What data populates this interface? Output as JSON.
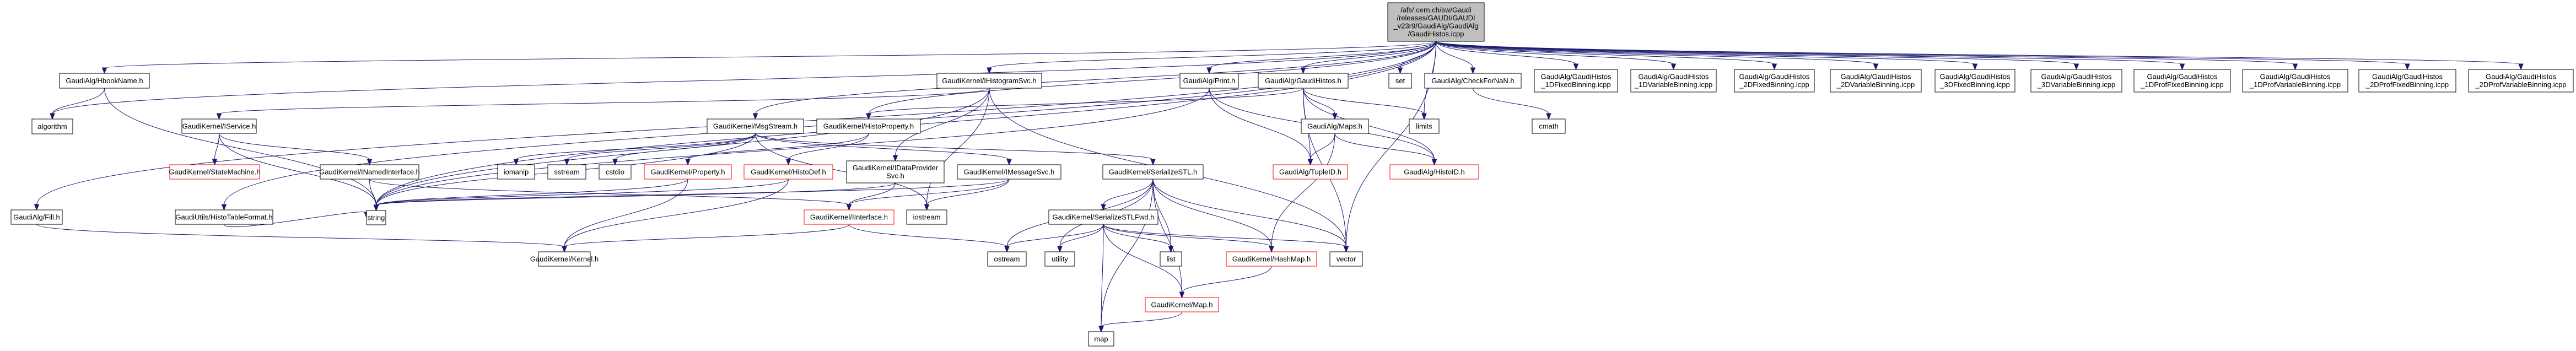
{
  "diagram": {
    "title": "Include dependency graph for GaudiHistos.icpp",
    "colors": {
      "edge": "#191970",
      "root_fill": "#bfbfbf",
      "incomplete_border": "#ff0000",
      "node_border": "#000000"
    },
    "nodes": [
      {
        "id": "root",
        "lines": [
          "/afs/.cern.ch/sw/Gaudi",
          "/releases/GAUDI/GAUDI",
          "_v23r9/GaudiAlg/GaudiAlg",
          "/GaudiHistos.icpp"
        ],
        "style": "root"
      },
      {
        "id": "hbookname",
        "lines": [
          "GaudiAlg/HbookName.h"
        ]
      },
      {
        "id": "algorithm",
        "lines": [
          "algorithm"
        ]
      },
      {
        "id": "fill",
        "lines": [
          "GaudiAlg/Fill.h"
        ]
      },
      {
        "id": "histotableformat",
        "lines": [
          "GaudiUtils/HistoTableFormat.h"
        ]
      },
      {
        "id": "iservice",
        "lines": [
          "GaudiKernel/IService.h"
        ]
      },
      {
        "id": "statemachine",
        "lines": [
          "GaudiKernel/StateMachine.h"
        ],
        "style": "red"
      },
      {
        "id": "inamedinterface",
        "lines": [
          "GaudiKernel/INamedInterface.h"
        ]
      },
      {
        "id": "string",
        "lines": [
          "string"
        ]
      },
      {
        "id": "kernel",
        "lines": [
          "GaudiKernel/Kernel.h"
        ]
      },
      {
        "id": "msgstream",
        "lines": [
          "GaudiKernel/MsgStream.h"
        ]
      },
      {
        "id": "histoproperty",
        "lines": [
          "GaudiKernel/HistoProperty.h"
        ]
      },
      {
        "id": "iomanip",
        "lines": [
          "iomanip"
        ]
      },
      {
        "id": "sstream",
        "lines": [
          "sstream"
        ]
      },
      {
        "id": "cstdio",
        "lines": [
          "cstdio"
        ]
      },
      {
        "id": "property",
        "lines": [
          "GaudiKernel/Property.h"
        ],
        "style": "red"
      },
      {
        "id": "histodef",
        "lines": [
          "GaudiKernel/HistoDef.h"
        ],
        "style": "red"
      },
      {
        "id": "idataprovidersvc",
        "lines": [
          "GaudiKernel/IDataProvider",
          "Svc.h"
        ]
      },
      {
        "id": "iinterface",
        "lines": [
          "GaudiKernel/IInterface.h"
        ],
        "style": "red"
      },
      {
        "id": "iostream",
        "lines": [
          "iostream"
        ]
      },
      {
        "id": "ihistogramsvc",
        "lines": [
          "GaudiKernel/IHistogramSvc.h"
        ]
      },
      {
        "id": "imessagesvc",
        "lines": [
          "GaudiKernel/IMessageSvc.h"
        ]
      },
      {
        "id": "serializestl",
        "lines": [
          "GaudiKernel/SerializeSTL.h"
        ]
      },
      {
        "id": "serializestlfwd",
        "lines": [
          "GaudiKernel/SerializeSTLFwd.h"
        ]
      },
      {
        "id": "ostream",
        "lines": [
          "ostream"
        ]
      },
      {
        "id": "utility",
        "lines": [
          "utility"
        ]
      },
      {
        "id": "list",
        "lines": [
          "list"
        ]
      },
      {
        "id": "hashmap",
        "lines": [
          "GaudiKernel/HashMap.h"
        ],
        "style": "red"
      },
      {
        "id": "vector",
        "lines": [
          "vector"
        ]
      },
      {
        "id": "mapk",
        "lines": [
          "GaudiKernel/Map.h"
        ],
        "style": "red"
      },
      {
        "id": "map",
        "lines": [
          "map"
        ]
      },
      {
        "id": "print",
        "lines": [
          "GaudiAlg/Print.h"
        ]
      },
      {
        "id": "gaudihistos",
        "lines": [
          "GaudiAlg/GaudiHistos.h"
        ]
      },
      {
        "id": "maps",
        "lines": [
          "GaudiAlg/Maps.h"
        ]
      },
      {
        "id": "limits",
        "lines": [
          "limits"
        ]
      },
      {
        "id": "tupleid",
        "lines": [
          "GaudiAlg/TupleID.h"
        ],
        "style": "red"
      },
      {
        "id": "histoid",
        "lines": [
          "GaudiAlg/HistoID.h"
        ],
        "style": "red"
      },
      {
        "id": "set",
        "lines": [
          "set"
        ]
      },
      {
        "id": "checkfornan",
        "lines": [
          "GaudiAlg/CheckForNaN.h"
        ]
      },
      {
        "id": "cmath",
        "lines": [
          "cmath"
        ]
      },
      {
        "id": "i1dfixed",
        "lines": [
          "GaudiAlg/GaudiHistos",
          "_1DFixedBinning.icpp"
        ]
      },
      {
        "id": "i1dvar",
        "lines": [
          "GaudiAlg/GaudiHistos",
          "_1DVariableBinning.icpp"
        ]
      },
      {
        "id": "i2dfixed",
        "lines": [
          "GaudiAlg/GaudiHistos",
          "_2DFixedBinning.icpp"
        ]
      },
      {
        "id": "i2dvar",
        "lines": [
          "GaudiAlg/GaudiHistos",
          "_2DVariableBinning.icpp"
        ]
      },
      {
        "id": "i3dfixed",
        "lines": [
          "GaudiAlg/GaudiHistos",
          "_3DFixedBinning.icpp"
        ]
      },
      {
        "id": "i3dvar",
        "lines": [
          "GaudiAlg/GaudiHistos",
          "_3DVariableBinning.icpp"
        ]
      },
      {
        "id": "i1dproffixed",
        "lines": [
          "GaudiAlg/GaudiHistos",
          "_1DProfFixedBinning.icpp"
        ]
      },
      {
        "id": "i1dprofvar",
        "lines": [
          "GaudiAlg/GaudiHistos",
          "_1DProfVariableBinning.icpp"
        ]
      },
      {
        "id": "i2dproffixed",
        "lines": [
          "GaudiAlg/GaudiHistos",
          "_2DProfFixedBinning.icpp"
        ]
      },
      {
        "id": "i2dprofvar",
        "lines": [
          "GaudiAlg/GaudiHistos",
          "_2DProfVariableBinning.icpp"
        ]
      }
    ],
    "edges": [
      [
        "root",
        "hbookname"
      ],
      [
        "root",
        "algorithm"
      ],
      [
        "root",
        "fill"
      ],
      [
        "root",
        "histotableformat"
      ],
      [
        "root",
        "string"
      ],
      [
        "root",
        "ihistogramsvc"
      ],
      [
        "root",
        "msgstream"
      ],
      [
        "root",
        "histoproperty"
      ],
      [
        "root",
        "print"
      ],
      [
        "root",
        "gaudihistos"
      ],
      [
        "root",
        "set"
      ],
      [
        "root",
        "checkfornan"
      ],
      [
        "root",
        "vector"
      ],
      [
        "root",
        "limits"
      ],
      [
        "root",
        "i1dfixed"
      ],
      [
        "root",
        "i1dvar"
      ],
      [
        "root",
        "i2dfixed"
      ],
      [
        "root",
        "i2dvar"
      ],
      [
        "root",
        "i3dfixed"
      ],
      [
        "root",
        "i3dvar"
      ],
      [
        "root",
        "i1dproffixed"
      ],
      [
        "root",
        "i1dprofvar"
      ],
      [
        "root",
        "i2dproffixed"
      ],
      [
        "root",
        "i2dprofvar"
      ],
      [
        "hbookname",
        "algorithm"
      ],
      [
        "hbookname",
        "string"
      ],
      [
        "fill",
        "kernel"
      ],
      [
        "histotableformat",
        "string"
      ],
      [
        "iservice",
        "statemachine"
      ],
      [
        "iservice",
        "inamedinterface"
      ],
      [
        "iservice",
        "string"
      ],
      [
        "inamedinterface",
        "iinterface"
      ],
      [
        "inamedinterface",
        "string"
      ],
      [
        "ihistogramsvc",
        "iservice"
      ],
      [
        "ihistogramsvc",
        "idataprovidersvc"
      ],
      [
        "ihistogramsvc",
        "string"
      ],
      [
        "ihistogramsvc",
        "vector"
      ],
      [
        "ihistogramsvc",
        "iostream"
      ],
      [
        "msgstream",
        "imessagesvc"
      ],
      [
        "msgstream",
        "serializestl"
      ],
      [
        "msgstream",
        "iomanip"
      ],
      [
        "msgstream",
        "sstream"
      ],
      [
        "msgstream",
        "cstdio"
      ],
      [
        "msgstream",
        "string"
      ],
      [
        "msgstream",
        "iostream"
      ],
      [
        "histoproperty",
        "property"
      ],
      [
        "histoproperty",
        "histodef"
      ],
      [
        "property",
        "kernel"
      ],
      [
        "property",
        "string"
      ],
      [
        "histodef",
        "kernel"
      ],
      [
        "histodef",
        "string"
      ],
      [
        "idataprovidersvc",
        "iinterface"
      ],
      [
        "idataprovidersvc",
        "string"
      ],
      [
        "iinterface",
        "kernel"
      ],
      [
        "iinterface",
        "ostream"
      ],
      [
        "imessagesvc",
        "iinterface"
      ],
      [
        "imessagesvc",
        "iostream"
      ],
      [
        "imessagesvc",
        "string"
      ],
      [
        "serializestl",
        "serializestlfwd"
      ],
      [
        "serializestl",
        "ostream"
      ],
      [
        "serializestl",
        "vector"
      ],
      [
        "serializestl",
        "list"
      ],
      [
        "serializestl",
        "utility"
      ],
      [
        "serializestl",
        "map"
      ],
      [
        "serializestl",
        "mapk"
      ],
      [
        "serializestl",
        "hashmap"
      ],
      [
        "serializestlfwd",
        "ostream"
      ],
      [
        "serializestlfwd",
        "utility"
      ],
      [
        "serializestlfwd",
        "list"
      ],
      [
        "serializestlfwd",
        "map"
      ],
      [
        "serializestlfwd",
        "mapk"
      ],
      [
        "serializestlfwd",
        "hashmap"
      ],
      [
        "serializestlfwd",
        "vector"
      ],
      [
        "hashmap",
        "mapk"
      ],
      [
        "mapk",
        "map"
      ],
      [
        "print",
        "string"
      ],
      [
        "print",
        "tupleid"
      ],
      [
        "print",
        "histoid"
      ],
      [
        "gaudihistos",
        "maps"
      ],
      [
        "gaudihistos",
        "limits"
      ],
      [
        "gaudihistos",
        "histoproperty"
      ],
      [
        "gaudihistos",
        "histoid"
      ],
      [
        "gaudihistos",
        "tupleid"
      ],
      [
        "gaudihistos",
        "vector"
      ],
      [
        "maps",
        "tupleid"
      ],
      [
        "maps",
        "histoid"
      ],
      [
        "maps",
        "hashmap"
      ],
      [
        "checkfornan",
        "cmath"
      ]
    ]
  }
}
